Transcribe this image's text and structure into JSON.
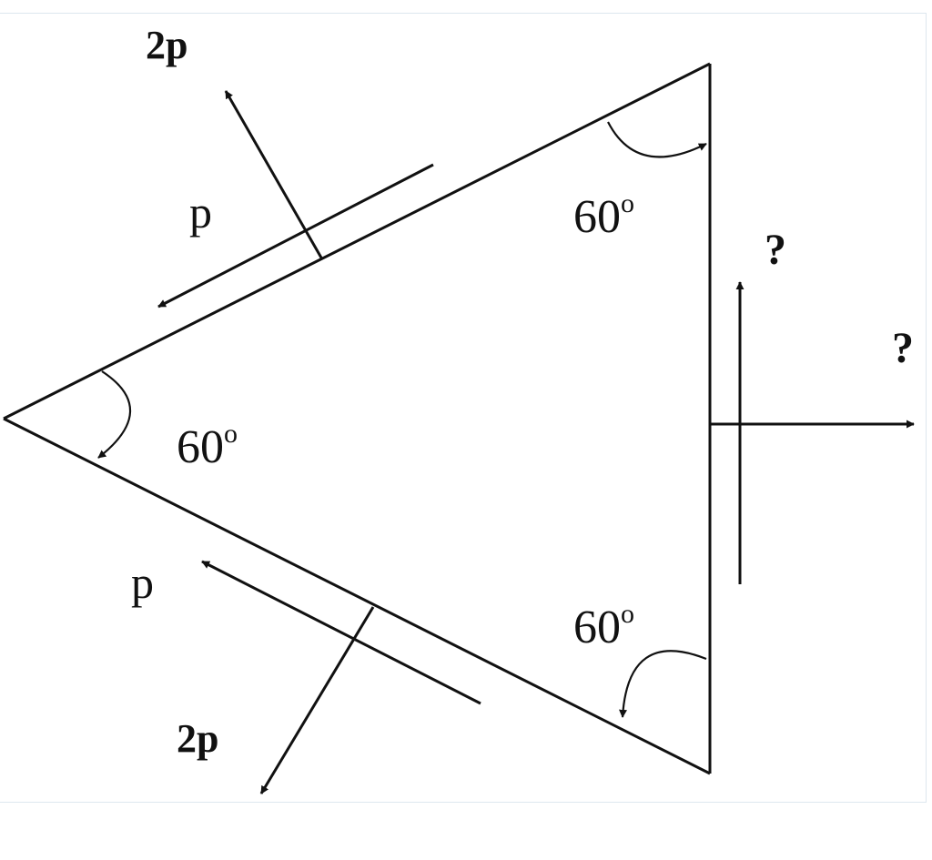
{
  "diagram": {
    "labels": {
      "top_normal_force": "2p",
      "top_shear_force": "p",
      "bottom_shear_force": "p",
      "bottom_normal_force": "2p",
      "angle_top": "60",
      "angle_left": "60",
      "angle_bottom": "60",
      "degree_symbol": "o",
      "unknown_vertical": "?",
      "unknown_horizontal": "?"
    },
    "colors": {
      "ink": "#111111",
      "frame": "#dde7ef",
      "background": "#ffffff"
    }
  }
}
